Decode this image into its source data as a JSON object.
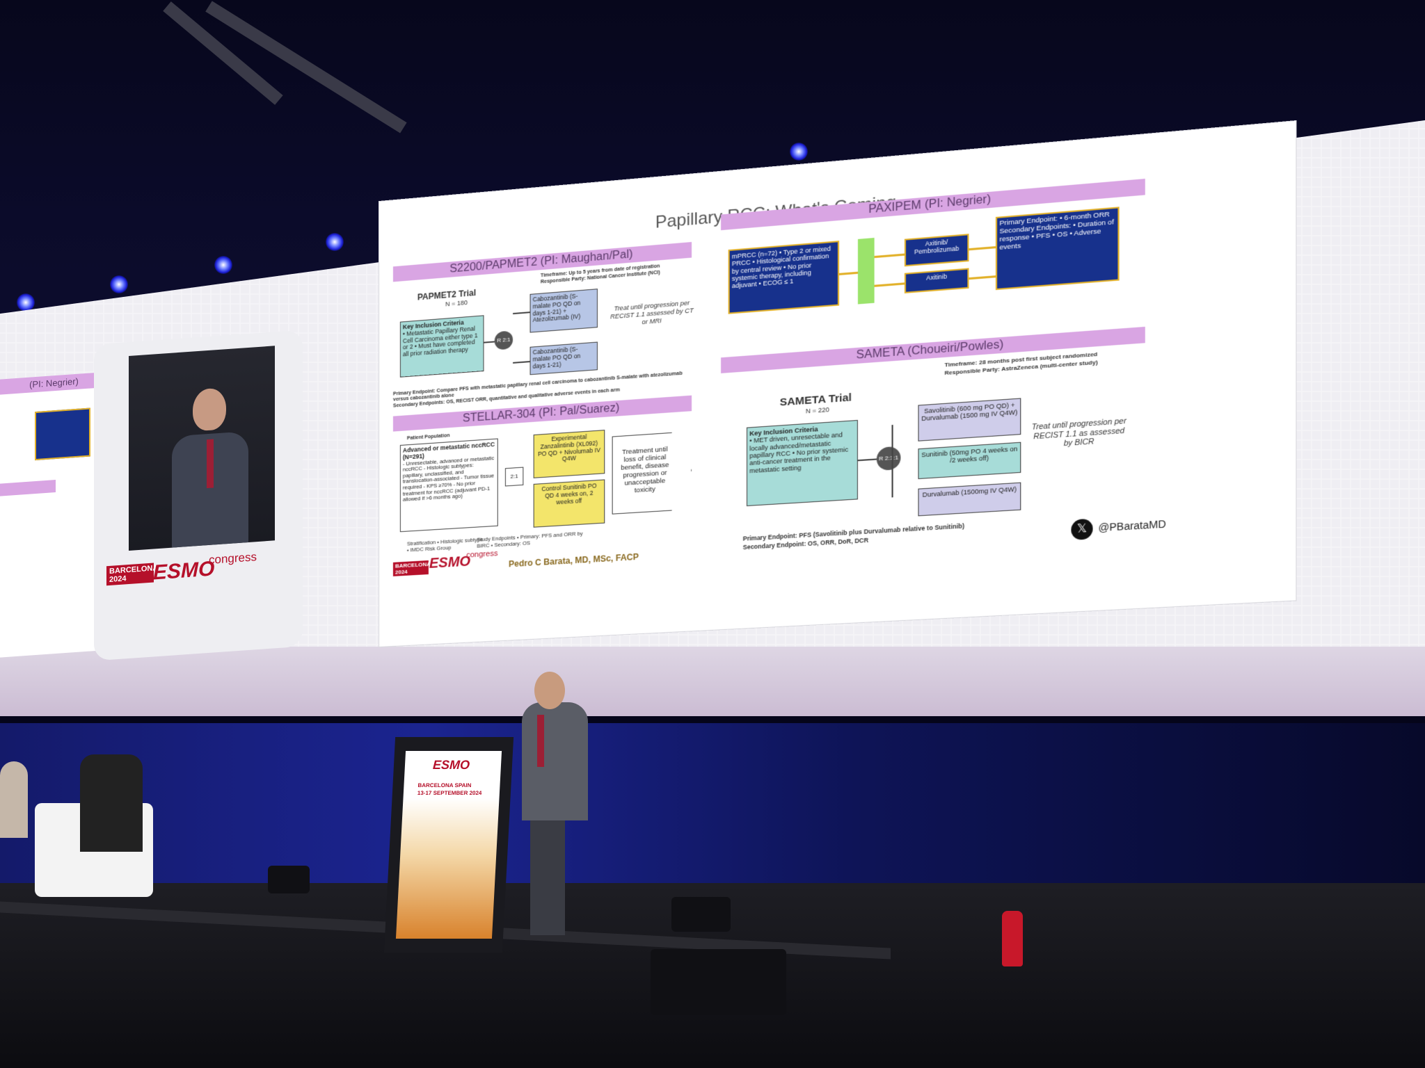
{
  "slide": {
    "title": "Papillary RCC: What's Coming",
    "s2200": {
      "header": "S2200/PAPMET2 (PI: Maughan/Pal)",
      "trial": "PAPMET2 Trial",
      "n": "N = 180",
      "timeframe": "Timeframe: Up to 5 years from date of registration",
      "party": "Responsible Party: National Cancer Institute (NCI)",
      "criteria_title": "Key Inclusion Criteria",
      "criteria": "• Metastatic Papillary Renal Cell Carcinoma either type 1 or 2 • Must have completed all prior radiation therapy",
      "rand": "R 2:1",
      "arm1": "Cabozantinib (S-malate PO QD on days 1-21) + Atezolizumab (IV)",
      "arm2": "Cabozantinib (S-malate PO QD on days 1-21)",
      "treat": "Treat until progression per RECIST 1.1 assessed by CT or MRI",
      "endpoints": "Primary Endpoint: Compare PFS with metastatic papillary renal cell carcinoma to cabozantinib S-malate with atezolizumab versus cabozantinib alone",
      "secondary": "Secondary Endpoints: OS, RECIST ORR, quantitative and qualitative adverse events in each arm"
    },
    "stellar": {
      "header": "STELLAR-304 (PI: Pal/Suarez)",
      "population_title": "Patient Population",
      "population": "Advanced or metastatic nccRCC (N=291)",
      "pop_items": "- Unresectable, advanced or metastatic nccRCC - Histologic subtypes: papillary, unclassified, and translocation-associated - Tumor tissue required - KPS ≥70% - No prior treatment for nccRCC (adjuvant PD-1 allowed if >6 months ago)",
      "rand": "2:1",
      "exp": "Experimental Zanzalintinib (XL092) PO QD + Nivolumab IV Q4W",
      "ctrl": "Control Sunitinib PO QD 4 weeks on, 2 weeks off",
      "treat": "Treatment until loss of clinical benefit, disease progression or unacceptable toxicity",
      "strat": "Stratification • Histologic subtype • IMDC Risk Group",
      "study": "Study Endpoints • Primary: PFS and ORR by BIRC • Secondary: OS"
    },
    "paxipem": {
      "header": "PAXIPEM (PI: Negrier)",
      "left": "mPRCC (n=72) • Type 2 or mixed PRCC • Histological confirmation by central review • No prior systemic therapy, including adjuvant • ECOG ≤ 1",
      "arm1": "Axitinib/ Pembrolizumab",
      "arm2": "Axitinib",
      "right": "Primary Endpoint: • 6-month ORR Secondary Endpoints: • Duration of response • PFS • OS • Adverse events"
    },
    "sameta": {
      "header": "SAMETA (Choueiri/Powles)",
      "timeframe": "Timeframe: 28 months post first subject randomized",
      "party": "Responsible Party: AstraZeneca (multi-center study)",
      "trial": "SAMETA Trial",
      "n": "N = 220",
      "criteria_title": "Key Inclusion Criteria",
      "criteria": "• MET driven, unresectable and locally advanced/metastatic papillary RCC • No prior systemic anti-cancer treatment in the metastatic setting",
      "rand": "R 2:1:1",
      "arm1": "Savolitinib (600 mg PO QD) + Durvalumab (1500 mg IV Q4W)",
      "arm2": "Sunitinib (50mg PO 4 weeks on /2 weeks off)",
      "arm3": "Durvalumab (1500mg IV Q4W)",
      "treat": "Treat until progression per RECIST 1.1 as assessed by BICR",
      "primary": "Primary Endpoint: PFS (Savolitinib plus Durvalumab relative to Sunitinib)",
      "secondary": "Secondary Endpoint: OS, ORR, DoR, DCR"
    },
    "author": "Pedro C Barata, MD, MSc, FACP",
    "handle": "@PBarataMD",
    "x_icon": "x-logo-icon",
    "brand_barcelona": "BARCELONA 2024",
    "brand_esmo": "ESMO",
    "brand_congress": "congress"
  },
  "left_panel": {
    "header": "(PI: Negrier)"
  },
  "inset": {
    "barcelona": "BARCELONA 2024",
    "esmo": "ESMO",
    "congress": "congress"
  },
  "podium": {
    "esmo": "ESMO",
    "city": "BARCELONA SPAIN",
    "dates": "13-17 SEPTEMBER 2024"
  },
  "colors": {
    "pink_bar": "#d9a5e3",
    "navy_box": "#17318c",
    "gold_arrow": "#e2b12a",
    "teal_box": "#a7dcd8",
    "yellow_box": "#f3e56b",
    "esmo_red": "#b5102a"
  }
}
